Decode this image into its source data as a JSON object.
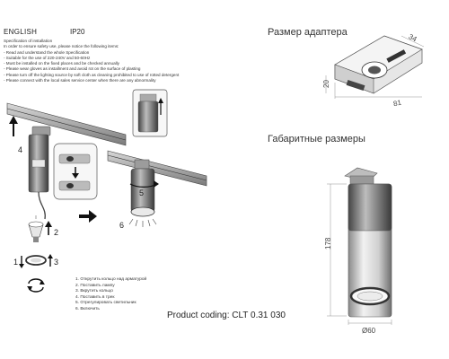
{
  "header": {
    "language": "ENGLISH",
    "ip_rating": "IP20"
  },
  "spec_lines": [
    "Specification of installation",
    "In order to ensure safety use, please notice the following items:",
    "- Read and understand the whole Specification",
    "- Suitable for the use of 220-240V and 50-60Hz",
    "- Must be installed on the fixed places and be checked annually",
    "- Please wear gloves as installment and avoid rot on the surface of plasting",
    "- Please turn off the lighting source by soft cloth as cleaning prohibited to use of rotted detergent",
    "- Please connect with the local sales service center when there are any abnormality"
  ],
  "adapter": {
    "title": "Размер адаптера",
    "dim_width": "34",
    "dim_height": "20",
    "dim_length": "81"
  },
  "dimensions": {
    "title": "Габаритные размеры",
    "dim_height": "178",
    "dim_diameter": "Ø60"
  },
  "step_labels": {
    "s1": "1",
    "s2": "2",
    "s3": "3",
    "s4": "4",
    "s5": "5",
    "s6": "6"
  },
  "instructions": [
    "1. Открутить кольцо над арматурой",
    "2. Поставить лампу",
    "3. Вкрутить кольцо",
    "4. Поставить в трек",
    "5. Отрегулировать светильник",
    "6. Включить"
  ],
  "product_coding": "Product coding: CLT 0.31 030"
}
